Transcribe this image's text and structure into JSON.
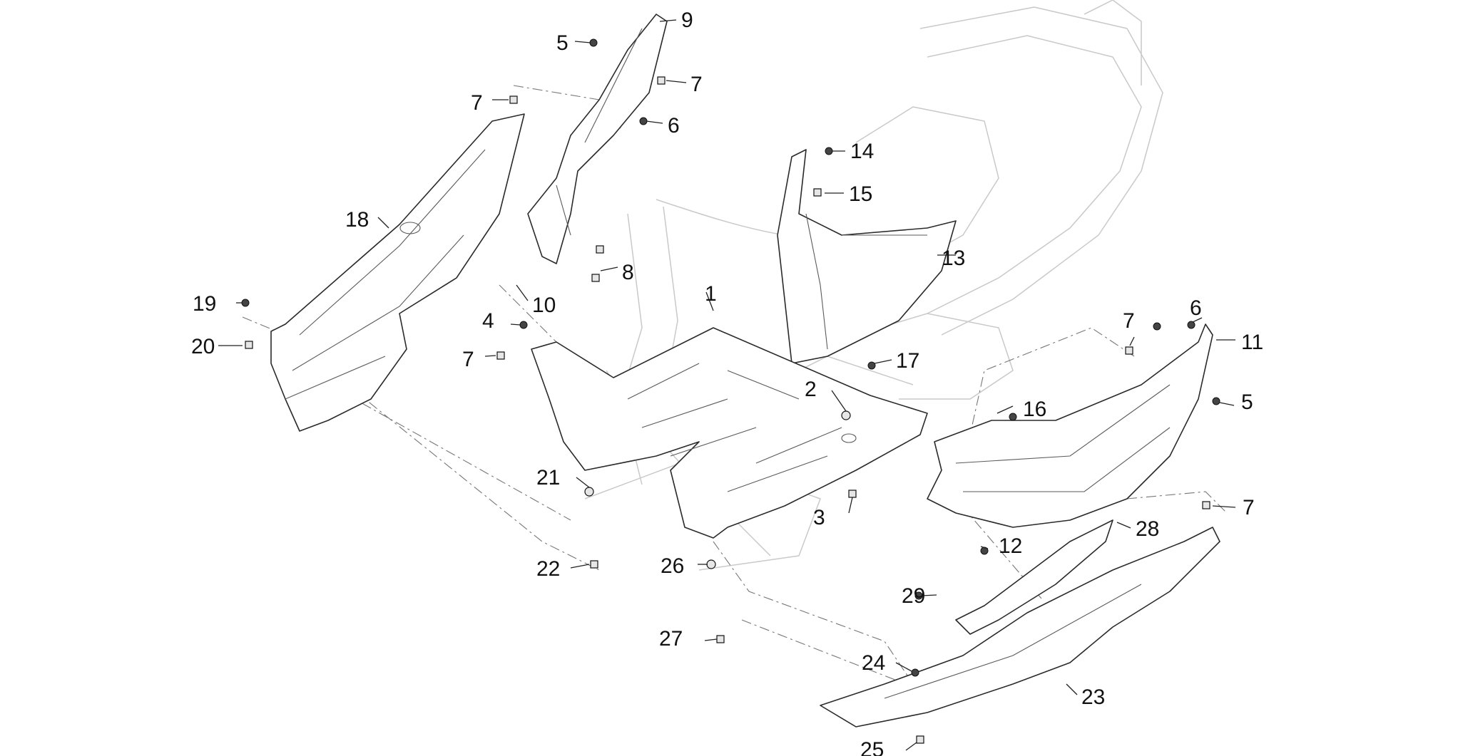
{
  "labels": [
    {
      "id": "1",
      "text": "1"
    },
    {
      "id": "2",
      "text": "2"
    },
    {
      "id": "3",
      "text": "3"
    },
    {
      "id": "4",
      "text": "4"
    },
    {
      "id": "5a",
      "text": "5"
    },
    {
      "id": "5b",
      "text": "5"
    },
    {
      "id": "6a",
      "text": "6"
    },
    {
      "id": "6b",
      "text": "6"
    },
    {
      "id": "7a",
      "text": "7"
    },
    {
      "id": "7b",
      "text": "7"
    },
    {
      "id": "7c",
      "text": "7"
    },
    {
      "id": "7d",
      "text": "7"
    },
    {
      "id": "7e",
      "text": "7"
    },
    {
      "id": "8",
      "text": "8"
    },
    {
      "id": "9",
      "text": "9"
    },
    {
      "id": "10",
      "text": "10"
    },
    {
      "id": "11",
      "text": "11"
    },
    {
      "id": "12",
      "text": "12"
    },
    {
      "id": "13",
      "text": "13"
    },
    {
      "id": "14",
      "text": "14"
    },
    {
      "id": "15",
      "text": "15"
    },
    {
      "id": "16",
      "text": "16"
    },
    {
      "id": "17",
      "text": "17"
    },
    {
      "id": "18",
      "text": "18"
    },
    {
      "id": "19",
      "text": "19"
    },
    {
      "id": "20",
      "text": "20"
    },
    {
      "id": "21",
      "text": "21"
    },
    {
      "id": "22",
      "text": "22"
    },
    {
      "id": "23",
      "text": "23"
    },
    {
      "id": "24",
      "text": "24"
    },
    {
      "id": "25",
      "text": "25"
    },
    {
      "id": "26",
      "text": "26"
    },
    {
      "id": "27",
      "text": "27"
    },
    {
      "id": "28",
      "text": "28"
    },
    {
      "id": "29",
      "text": "29"
    }
  ]
}
